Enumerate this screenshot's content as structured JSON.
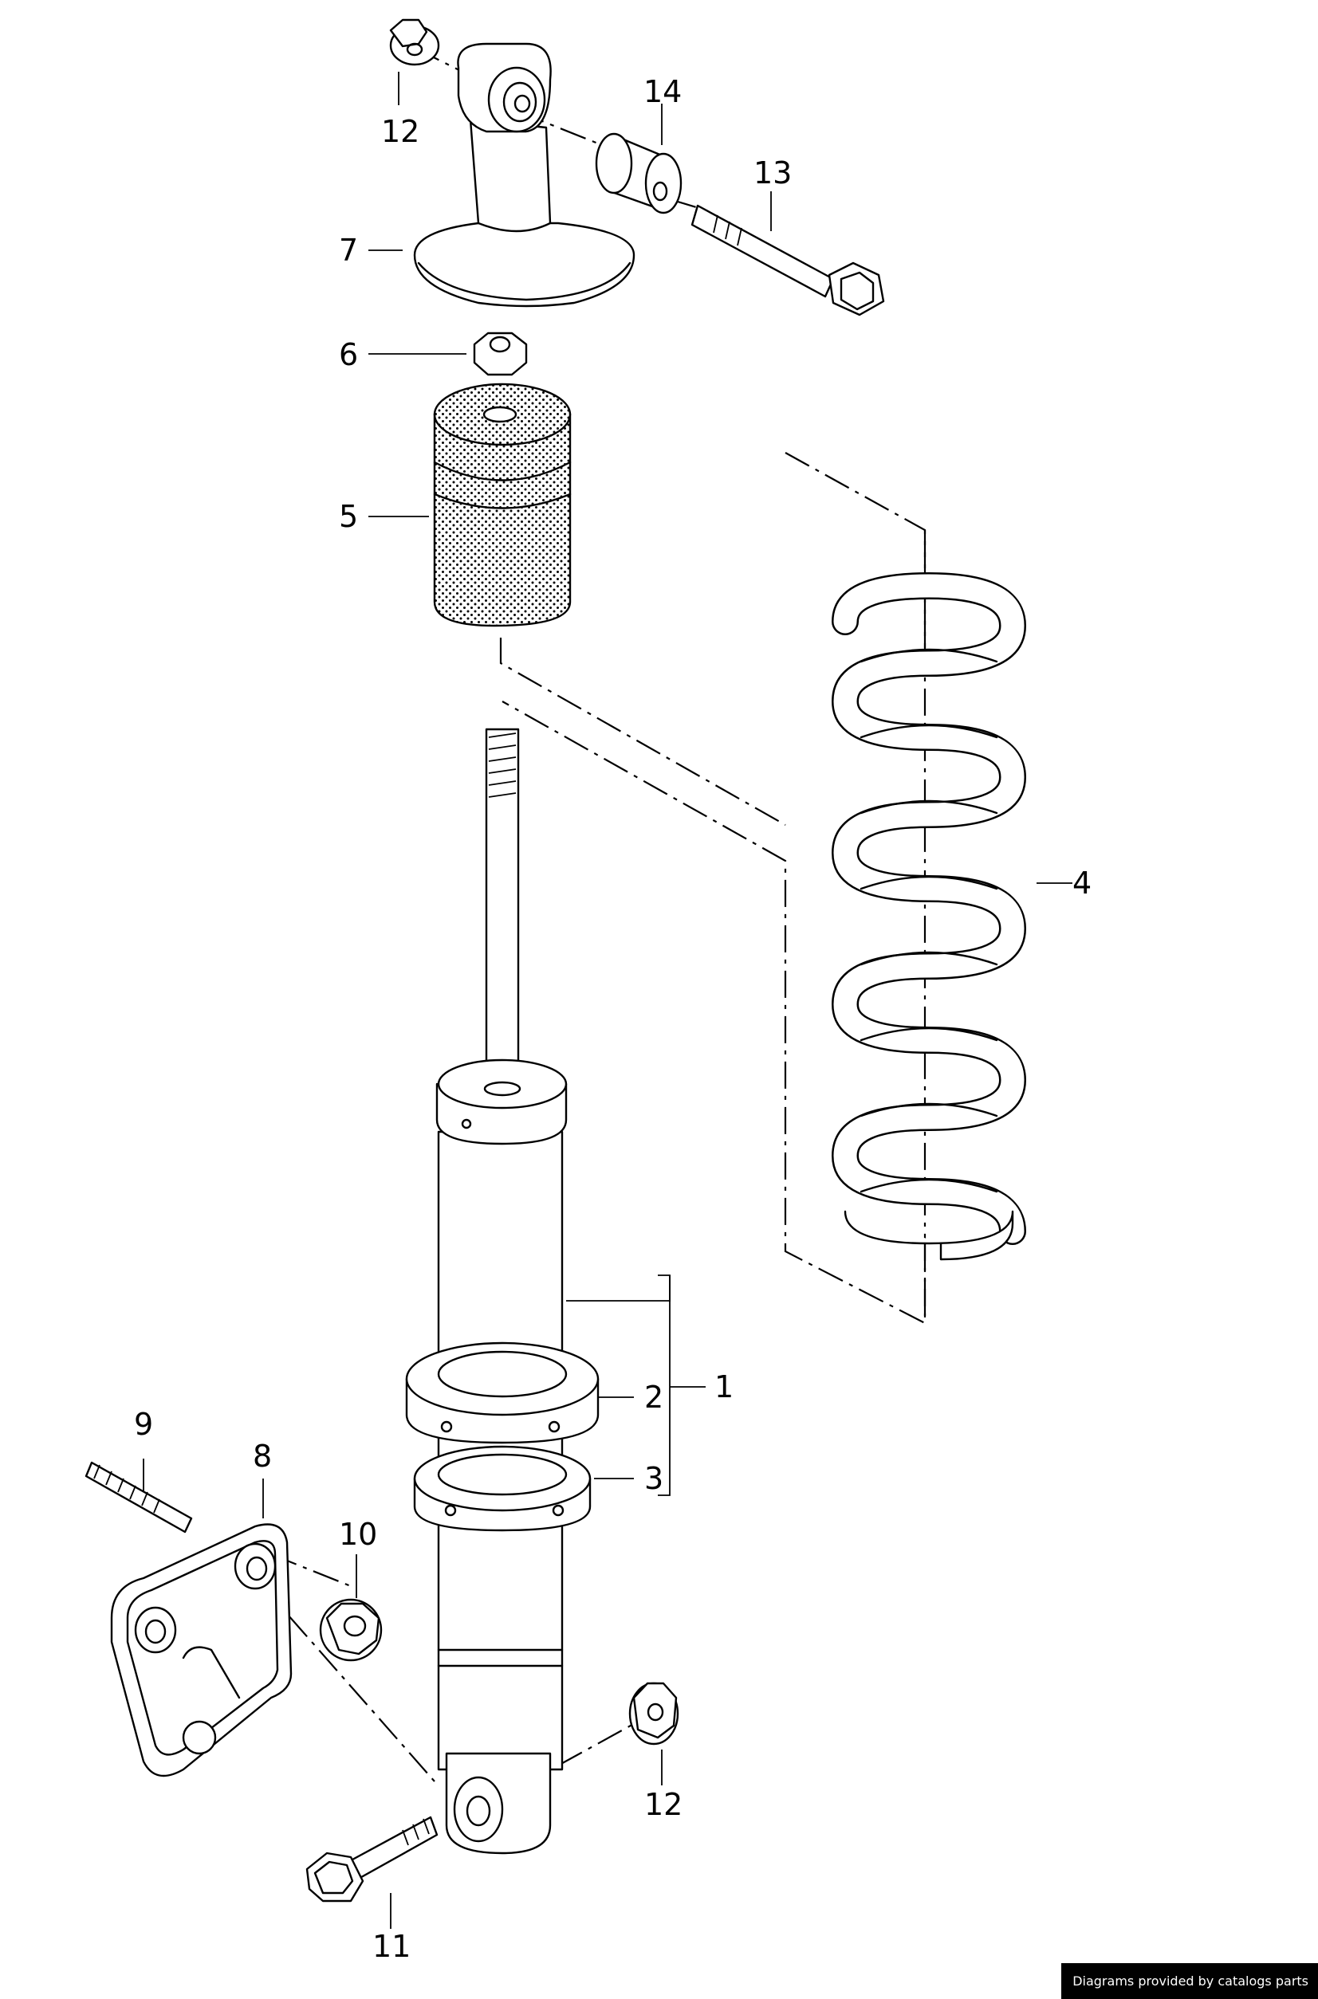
{
  "callouts": [
    {
      "id": "c12a",
      "text": "12"
    },
    {
      "id": "c14",
      "text": "14"
    },
    {
      "id": "c13",
      "text": "13"
    },
    {
      "id": "c7",
      "text": "7"
    },
    {
      "id": "c6",
      "text": "6"
    },
    {
      "id": "c5",
      "text": "5"
    },
    {
      "id": "c4",
      "text": "4"
    },
    {
      "id": "c1",
      "text": "1"
    },
    {
      "id": "c2",
      "text": "2"
    },
    {
      "id": "c3",
      "text": "3"
    },
    {
      "id": "c9",
      "text": "9"
    },
    {
      "id": "c8",
      "text": "8"
    },
    {
      "id": "c10",
      "text": "10"
    },
    {
      "id": "c12b",
      "text": "12"
    },
    {
      "id": "c11",
      "text": "11"
    }
  ],
  "footer": {
    "credit": "Diagrams provided by catalogs parts"
  },
  "colors": {
    "line": "#000000",
    "background": "#ffffff",
    "footer_bg": "#000000",
    "footer_text": "#ffffff"
  }
}
